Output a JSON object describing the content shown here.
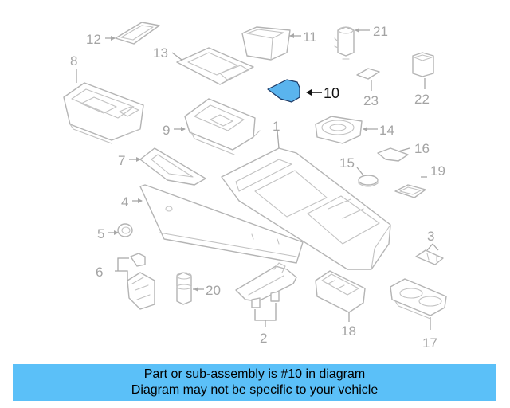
{
  "callouts": {
    "c1": "1",
    "c2": "2",
    "c3": "3",
    "c4": "4",
    "c5": "5",
    "c6": "6",
    "c7": "7",
    "c8": "8",
    "c9": "9",
    "c10": "10",
    "c11": "11",
    "c12": "12",
    "c13": "13",
    "c14": "14",
    "c15": "15",
    "c16": "16",
    "c17": "17",
    "c18": "18",
    "c19": "19",
    "c20": "20",
    "c21": "21",
    "c22": "22",
    "c23": "23"
  },
  "highlight": {
    "part_number": "10",
    "fill_color": "#5ab4ee"
  },
  "banner": {
    "line1": "Part or sub-assembly is #10 in diagram",
    "line2": "Diagram may not be specific to your vehicle",
    "background": "#5bc0f8"
  }
}
